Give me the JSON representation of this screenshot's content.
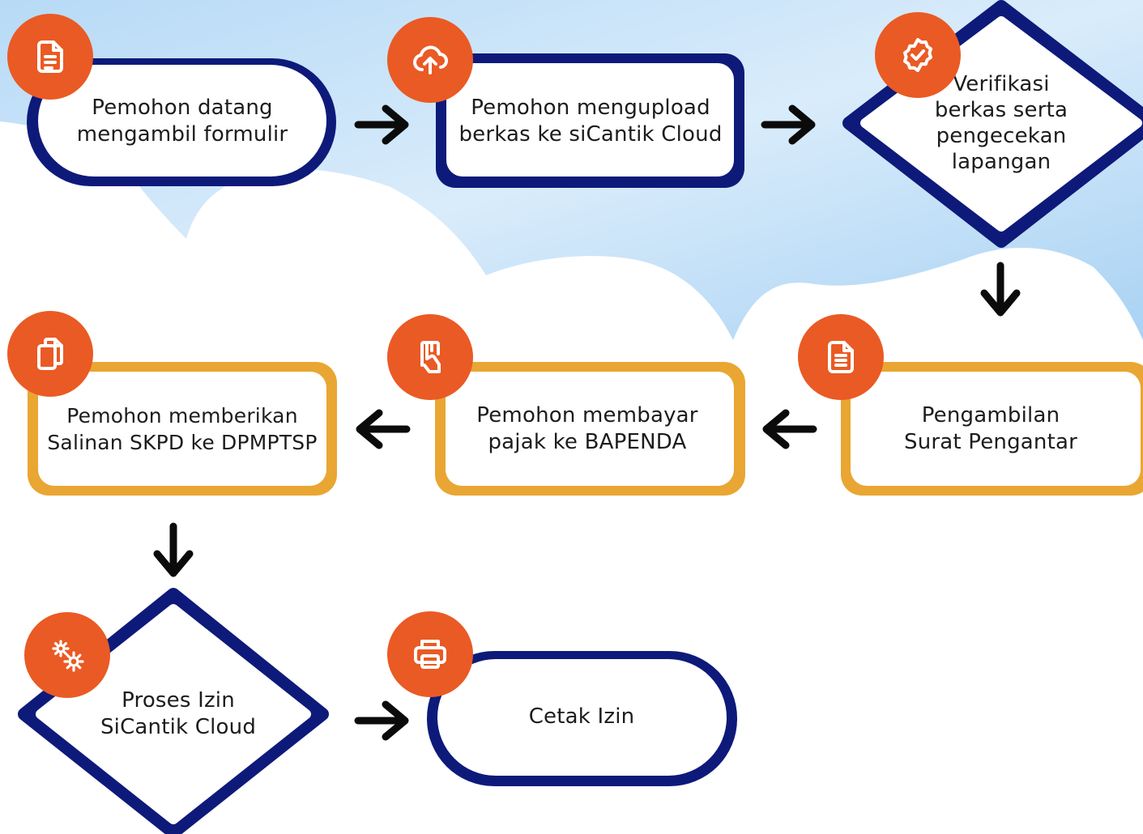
{
  "colors": {
    "navy": "#0e1a7a",
    "gold": "#e9a632",
    "badge": "#ea5a24",
    "sky": "#c6e2f8",
    "arrow": "#0b0b0b"
  },
  "steps": [
    {
      "id": "step-1",
      "shape": "pill",
      "border": "navy",
      "text": "Pemohon datang\nmengambil formulir",
      "icon": "document-icon"
    },
    {
      "id": "step-2",
      "shape": "rounded-rect",
      "border": "navy",
      "text": "Pemohon mengupload\nberkas ke siCantik Cloud",
      "icon": "cloud-upload-icon"
    },
    {
      "id": "step-3",
      "shape": "diamond",
      "border": "navy",
      "text": "Verifikasi\nberkas serta\npengecekan\nlapangan",
      "icon": "verified-badge-icon"
    },
    {
      "id": "step-4",
      "shape": "rounded-rect",
      "border": "gold",
      "text": "Pengambilan\nSurat Pengantar",
      "icon": "document-icon"
    },
    {
      "id": "step-5",
      "shape": "rounded-rect",
      "border": "gold",
      "text": "Pemohon membayar\npajak ke BAPENDA",
      "icon": "card-payment-icon"
    },
    {
      "id": "step-6",
      "shape": "rounded-rect",
      "border": "gold",
      "text": "Pemohon memberikan\nSalinan SKPD ke DPMPTSP",
      "icon": "copy-icon"
    },
    {
      "id": "step-7",
      "shape": "diamond",
      "border": "navy",
      "text": "Proses Izin\nSiCantik Cloud",
      "icon": "gears-icon"
    },
    {
      "id": "step-8",
      "shape": "pill",
      "border": "navy",
      "text": "Cetak Izin",
      "icon": "printer-icon"
    }
  ],
  "arrows": [
    {
      "from": "step-1",
      "to": "step-2",
      "direction": "right"
    },
    {
      "from": "step-2",
      "to": "step-3",
      "direction": "right"
    },
    {
      "from": "step-3",
      "to": "step-4",
      "direction": "down"
    },
    {
      "from": "step-4",
      "to": "step-5",
      "direction": "left"
    },
    {
      "from": "step-5",
      "to": "step-6",
      "direction": "left"
    },
    {
      "from": "step-6",
      "to": "step-7",
      "direction": "down"
    },
    {
      "from": "step-7",
      "to": "step-8",
      "direction": "right"
    }
  ]
}
